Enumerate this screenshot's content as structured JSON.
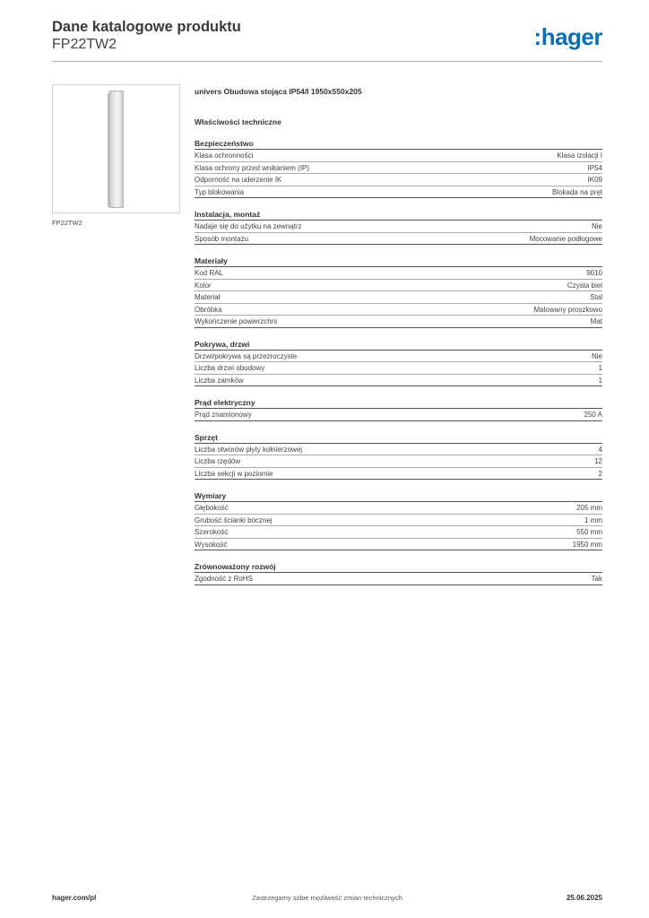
{
  "header": {
    "title": "Dane katalogowe produktu",
    "code": "FP22TW2",
    "logo": ":hager",
    "logo_color": "#0a6fb5"
  },
  "product": {
    "image_caption": "FP22TW2",
    "name": "univers Obudowa stojąca IP54/I 1950x550x205",
    "properties_heading": "Właściwości techniczne"
  },
  "sections": [
    {
      "title": "Bezpieczeństwo",
      "rows": [
        {
          "label": "Klasa ochronności",
          "value": "Klasa izolacji I"
        },
        {
          "label": "Klasa ochrony przed wnikaniem (IP)",
          "value": "IP54"
        },
        {
          "label": "Odporność na uderzenie IK",
          "value": "IK09"
        },
        {
          "label": "Typ blokowania",
          "value": "Blokada na pręt"
        }
      ]
    },
    {
      "title": "Instalacja, montaż",
      "rows": [
        {
          "label": "Nadaje się do użytku na zewnątrz",
          "value": "Nie"
        },
        {
          "label": "Sposób montażu",
          "value": "Mocowanie podłogowe"
        }
      ]
    },
    {
      "title": "Materiały",
      "rows": [
        {
          "label": "Kod RAL",
          "value": "9010"
        },
        {
          "label": "Kolor",
          "value": "Czysta biel"
        },
        {
          "label": "Materiał",
          "value": "Stal"
        },
        {
          "label": "Obróbka",
          "value": "Malowany proszkowo"
        },
        {
          "label": "Wykończenie powierzchni",
          "value": "Mat"
        }
      ]
    },
    {
      "title": "Pokrywa, drzwi",
      "rows": [
        {
          "label": "Drzwi/pokrywa są przezroczyste",
          "value": "Nie"
        },
        {
          "label": "Liczba drzwi obudowy",
          "value": "1"
        },
        {
          "label": "Liczba zamków",
          "value": "1"
        }
      ]
    },
    {
      "title": "Prąd elektryczny",
      "rows": [
        {
          "label": "Prąd znamionowy",
          "value": "250 A"
        }
      ]
    },
    {
      "title": "Sprzęt",
      "rows": [
        {
          "label": "Liczba otworów płyty kołnierzowej",
          "value": "4"
        },
        {
          "label": "Liczba rzędów",
          "value": "12"
        },
        {
          "label": "Liczba sekcji w poziomie",
          "value": "2"
        }
      ]
    },
    {
      "title": "Wymiary",
      "rows": [
        {
          "label": "Głębokość",
          "value": "205 mm"
        },
        {
          "label": "Grubość ścianki bocznej",
          "value": "1 mm"
        },
        {
          "label": "Szerokość",
          "value": "550 mm"
        },
        {
          "label": "Wysokość",
          "value": "1950 mm"
        }
      ]
    },
    {
      "title": "Zrównoważony rozwój",
      "rows": [
        {
          "label": "Zgodność z RoHS",
          "value": "Tak"
        }
      ]
    }
  ],
  "footer": {
    "website": "hager.com/pl",
    "disclaimer": "Zastrzegamy sobie możliwość zmian technicznych",
    "date": "25.06.2025"
  }
}
